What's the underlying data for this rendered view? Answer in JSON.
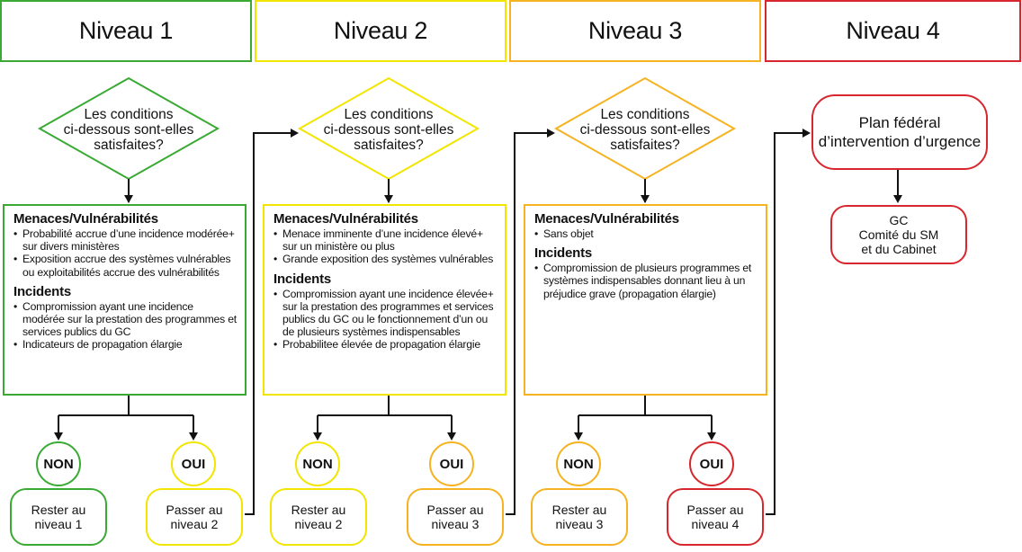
{
  "colors": {
    "green": "#3aaa35",
    "yellow": "#f2e500",
    "orange": "#f6b321",
    "red": "#d7262d",
    "line": "#111111"
  },
  "levels": [
    {
      "header": "Niveau 1",
      "color": "#3aaa35",
      "question": "Les conditions\nci-dessous sont-elles\nsatisfaites?",
      "sections": [
        {
          "title": "Menaces/Vulnérabilités",
          "items": [
            "Probabilité accrue d’une incidence modérée+ sur divers ministères",
            "Exposition accrue des systèmes vulnérables ou exploitabilités accrue des vulnérabilités"
          ]
        },
        {
          "title": "Incidents",
          "items": [
            "Compromission ayant une incidence modérée sur la prestation des programmes et services publics du GC",
            "Indicateurs de propagation élargie"
          ]
        }
      ],
      "no": {
        "label": "NON",
        "color": "#3aaa35"
      },
      "yes": {
        "label": "OUI",
        "color": "#f2e500"
      },
      "stay": {
        "label": "Rester au\nniveau 1",
        "color": "#3aaa35"
      },
      "go": {
        "label": "Passer au\nniveau 2",
        "color": "#f2e500"
      }
    },
    {
      "header": "Niveau 2",
      "color": "#f2e500",
      "question": "Les conditions\nci-dessous sont-elles\nsatisfaites?",
      "sections": [
        {
          "title": "Menaces/Vulnérabilités",
          "items": [
            "Menace imminente d’une incidence élevé+ sur un ministère ou plus",
            "Grande exposition des systèmes vulnérables"
          ]
        },
        {
          "title": "Incidents",
          "items": [
            "Compromission ayant une incidence élevée+ sur la prestation des programmes et services publics du GC ou le fonctionnement d’un ou de plusieurs systèmes indispensables",
            "Probabilitee élevée de propagation élargie"
          ]
        }
      ],
      "no": {
        "label": "NON",
        "color": "#f2e500"
      },
      "yes": {
        "label": "OUI",
        "color": "#f6b321"
      },
      "stay": {
        "label": "Rester au\nniveau 2",
        "color": "#f2e500"
      },
      "go": {
        "label": "Passer au\nniveau 3",
        "color": "#f6b321"
      }
    },
    {
      "header": "Niveau 3",
      "color": "#f6b321",
      "question": "Les conditions\nci-dessous sont-elles\nsatisfaites?",
      "sections": [
        {
          "title": "Menaces/Vulnérabilités",
          "items": [
            "Sans objet"
          ]
        },
        {
          "title": "Incidents",
          "items": [
            "Compromission de plusieurs programmes et systèmes indispensables donnant lieu à un préjudice grave (propagation élargie)"
          ]
        }
      ],
      "no": {
        "label": "NON",
        "color": "#f6b321"
      },
      "yes": {
        "label": "OUI",
        "color": "#d7262d"
      },
      "stay": {
        "label": "Rester au\nniveau 3",
        "color": "#f6b321"
      },
      "go": {
        "label": "Passer au\nniveau 4",
        "color": "#d7262d"
      }
    },
    {
      "header": "Niveau 4",
      "color": "#d7262d",
      "plan": "Plan fédéral\nd’intervention d’urgence",
      "committee": "GC\nComité du SM\net du Cabinet"
    }
  ]
}
